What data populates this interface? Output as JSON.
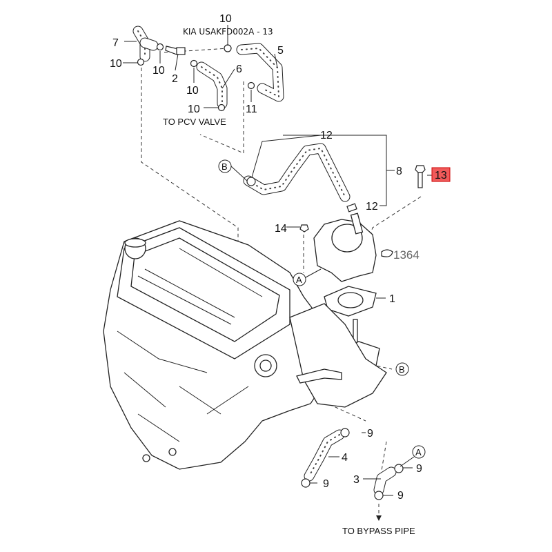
{
  "diagram": {
    "title": "KIA USAKFD002A - 13",
    "notes": {
      "to_pcv_valve": "TO PCV VALVE",
      "to_bypass_pipe": "TO BYPASS PIPE"
    },
    "callouts": {
      "c7": "7",
      "c10a": "10",
      "c10b": "10",
      "c2": "2",
      "c10c": "10",
      "c5": "5",
      "c6": "6",
      "c10d": "10",
      "c10e": "10",
      "c11": "11",
      "c12a": "12",
      "c8": "8",
      "c13": "13",
      "c12b": "12",
      "c14": "14",
      "c1364": "1364",
      "c1": "1",
      "c9a": "9",
      "c4": "4",
      "c9b": "9",
      "c3": "3",
      "c9c": "9",
      "c9d": "9"
    },
    "markers": {
      "a1": "A",
      "a2": "A",
      "b1": "B",
      "b2": "B"
    },
    "highlight_color": "#f05a5a"
  }
}
